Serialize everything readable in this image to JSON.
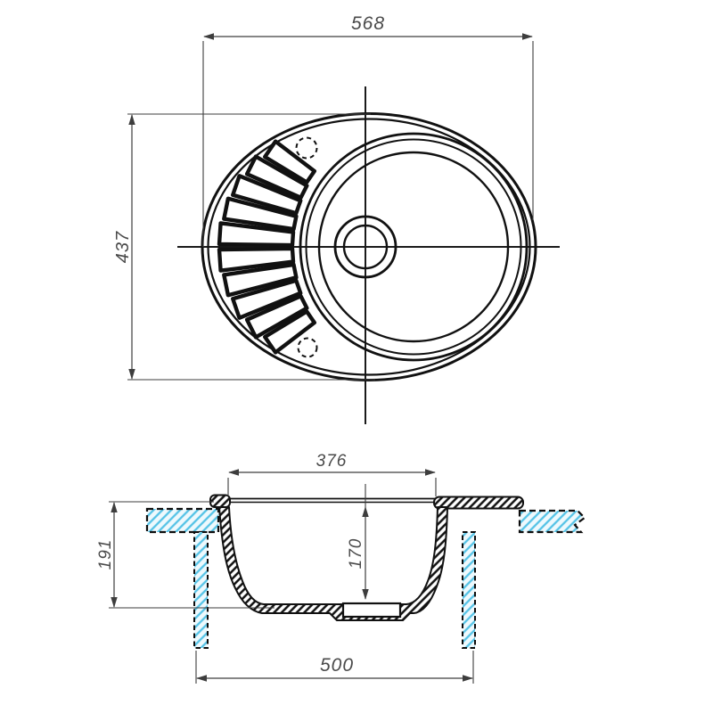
{
  "dimensions": {
    "overall_width": {
      "value": "568",
      "orientation": "horizontal",
      "view": "top"
    },
    "overall_depth": {
      "value": "437",
      "orientation": "vertical",
      "view": "top"
    },
    "bowl_top_width": {
      "value": "376",
      "orientation": "horizontal",
      "view": "section"
    },
    "bowl_depth": {
      "value": "170",
      "orientation": "vertical",
      "view": "section"
    },
    "section_height": {
      "value": "191",
      "orientation": "vertical",
      "view": "section"
    },
    "base_width": {
      "value": "500",
      "orientation": "horizontal",
      "view": "section"
    }
  },
  "colors": {
    "line": "#111111",
    "dimension_line": "#3d3d3d",
    "dimension_text": "#4a4a4a",
    "hatch_blue": "#55c3e6",
    "hatch_blue_bg": "#eef9fd",
    "background": "#ffffff"
  },
  "views": {
    "top_view": "sink plan with round bowl, drain and ribbed drainboard",
    "section_view": "cross-section with countertop and supports"
  }
}
